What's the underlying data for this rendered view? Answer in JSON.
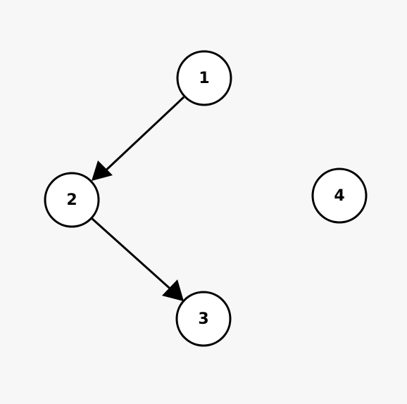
{
  "graph": {
    "directed": true,
    "nodes": [
      {
        "id": "n1",
        "label": "1"
      },
      {
        "id": "n2",
        "label": "2"
      },
      {
        "id": "n3",
        "label": "3"
      },
      {
        "id": "n4",
        "label": "4"
      }
    ],
    "edges": [
      {
        "from": "n1",
        "to": "n2"
      },
      {
        "from": "n2",
        "to": "n3"
      }
    ]
  }
}
